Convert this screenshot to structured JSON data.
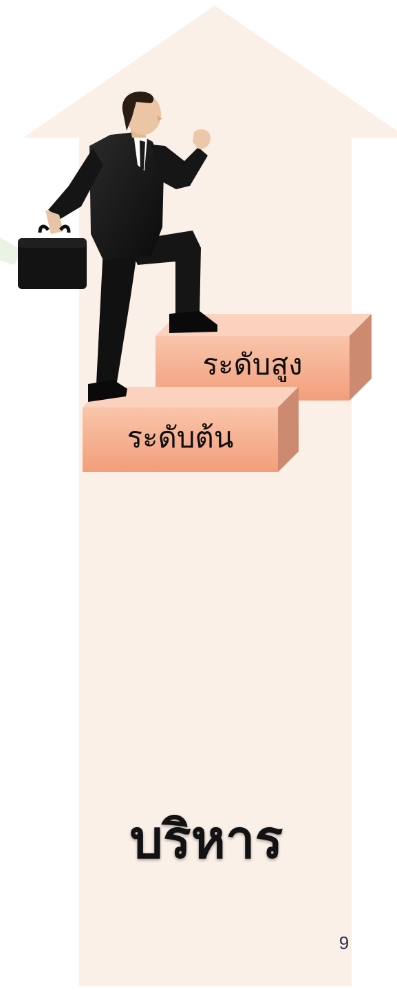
{
  "steps": {
    "high_label": "ระดับสูง",
    "low_label": "ระดับต้น"
  },
  "title": "บริหาร",
  "page_number": "9",
  "colors": {
    "arrow_background": "#fbf0e8",
    "step_face_top": "#f9c4a8",
    "step_face_bottom": "#f2a07d",
    "step_side": "#cc8b6f",
    "step_top": "#fad0bb",
    "suit": "#141414",
    "page_number": "#2d2f45"
  }
}
